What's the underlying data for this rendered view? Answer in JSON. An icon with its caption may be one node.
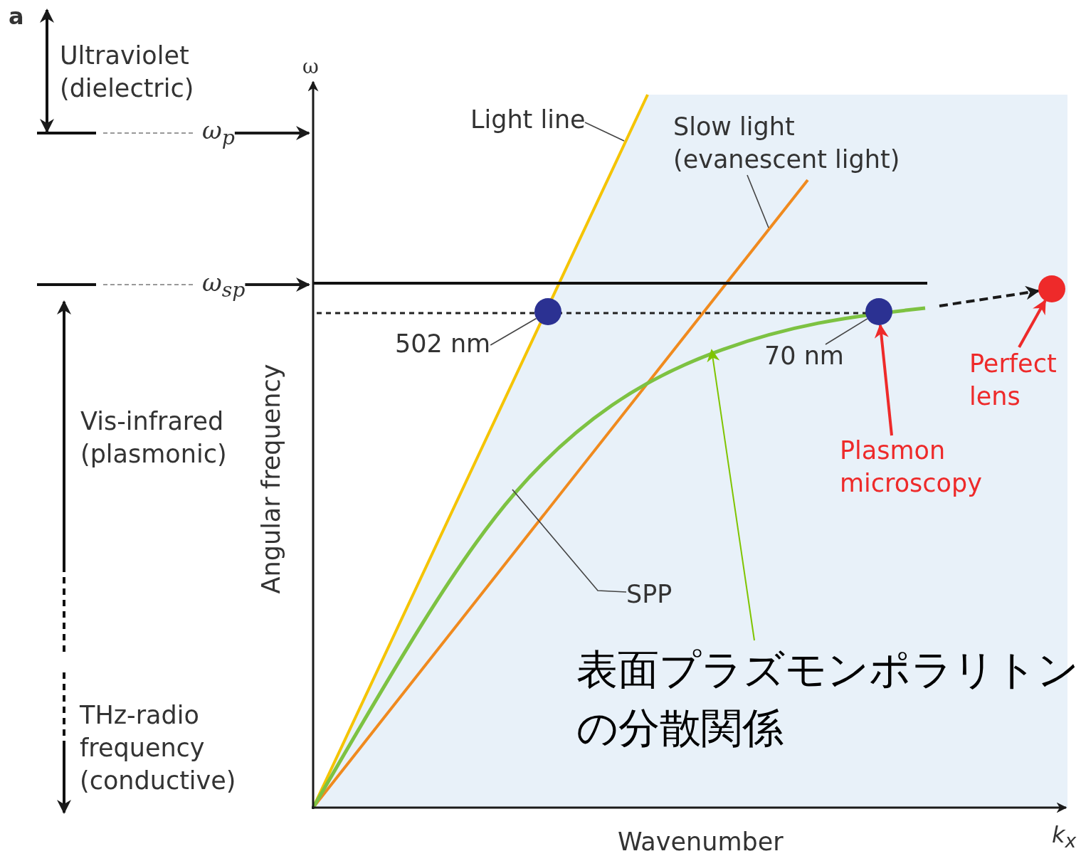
{
  "diagram": {
    "nodes": [
      {
        "text": [
          "Light line"
        ]
      },
      {
        "text": [
          "Slow light (evanescent light)"
        ]
      },
      {
        "text": [],
        "shape": "circle"
      },
      {
        "text": [],
        "shape": "circle"
      },
      {
        "text": [],
        "shape": "circle"
      },
      {
        "text": [
          "502 nm"
        ]
      },
      {
        "text": [
          "70 nm"
        ]
      },
      {
        "text": [
          "Perfect lens"
        ]
      },
      {
        "text": [
          "Plasmon microscopy"
        ]
      },
      {
        "text": [
          "SPP"
        ]
      },
      {
        "text": [
          "表面プラズモンポラリトンの分散関係"
        ]
      },
      {
        "text": [
          "ω$_{p}$"
        ]
      },
      {
        "text": [
          "ω$_{sp}$"
        ]
      }
    ],
    "edges": [
      {
        "from": 0,
        "to": null,
        "arrow": "none"
      },
      {
        "from": 1,
        "to": null,
        "arrow": "none"
      },
      {
        "from": 5,
        "to": 2,
        "arrow": "none"
      },
      {
        "from": 6,
        "to": 3,
        "arrow": "none"
      },
      {
        "from": 9,
        "to": null,
        "arrow": "none"
      },
      {
        "from": 8,
        "to": 3,
        "arrow": "to",
        "color": "#ee2a2a"
      },
      {
        "from": 7,
        "to": 4,
        "arrow": "to",
        "color": "#ee2a2a"
      },
      {
        "from": null,
        "to": 4,
        "arrow": "to",
        "style": "dashed"
      },
      {
        "from": 10,
        "to": null,
        "arrow": "to",
        "color": "#7fc400"
      },
      {
        "from": 11,
        "to": null,
        "arrow": "to"
      },
      {
        "from": 12,
        "to": null,
        "arrow": "to"
      }
    ],
    "labels": [
      "a",
      "Ultraviolet (dielectric)",
      "ω",
      "Vis-infrared (plasmonic)",
      "THz-radio frequency (conductive)",
      "Angular frequency",
      "Wavenumber",
      "k$_{x}$"
    ]
  }
}
